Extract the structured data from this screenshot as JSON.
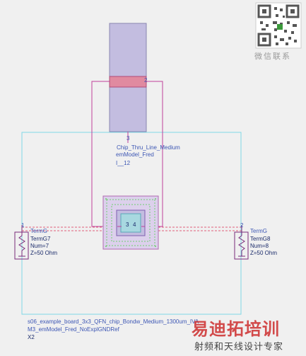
{
  "watermark": {
    "qr_caption": "微信联系",
    "brand_main": "易迪拓培训",
    "brand_sub": "射频和天线设计专家"
  },
  "schematic": {
    "colors": {
      "background": "#f0f0f0",
      "board_outline": "#7fd8e6",
      "wire": "#c0409a",
      "component_body": "#c3bde0",
      "pad_highlight": "#e08aa0",
      "label_blue": "#3c56b4",
      "terminal_symbol": "#7a2a7a",
      "ground_net": "#e0607a"
    },
    "thru_line": {
      "pin_top": "3",
      "pin_right": "2",
      "label_type": "Chip_Thru_Line_Medium",
      "label_model": "emModel_Fred",
      "label_instance": "I__12"
    },
    "chip": {
      "pin_left": "3",
      "pin_right": "4"
    },
    "term_left": {
      "pin": "1",
      "type": "TermG",
      "name": "TermG7",
      "num": "Num=7",
      "z": "Z=50 Ohm"
    },
    "term_right": {
      "pin": "2",
      "type": "TermG",
      "name": "TermG8",
      "num": "Num=8",
      "z": "Z=50 Ohm"
    },
    "board": {
      "label_line1": "s06_example_board_3x3_QFN_chip_Bondw_Medium_1300um_IVA",
      "label_line2": "M3_emModel_Fred_NoExplGNDRef",
      "instance": "X2"
    }
  }
}
